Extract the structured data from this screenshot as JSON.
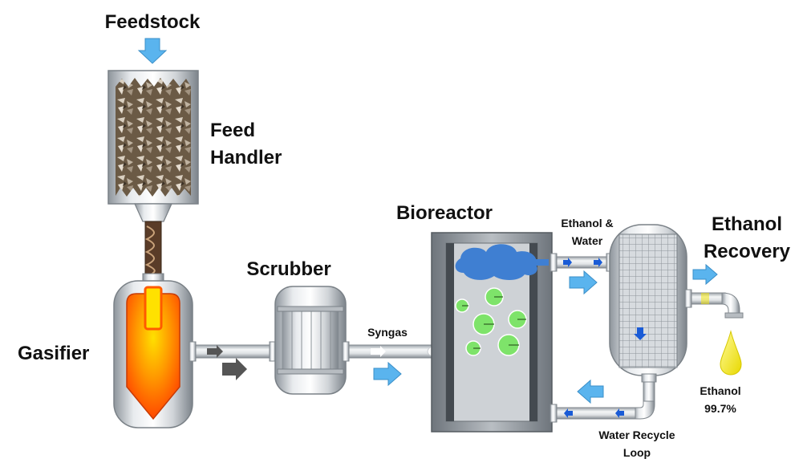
{
  "labels": {
    "feedstock": "Feedstock",
    "feed_handler_line1": "Feed",
    "feed_handler_line2": "Handler",
    "gasifier": "Gasifier",
    "scrubber": "Scrubber",
    "syngas": "Syngas",
    "bioreactor": "Bioreactor",
    "ethanol_water_line1": "Ethanol &",
    "ethanol_water_line2": "Water",
    "ethanol_recovery_line1": "Ethanol",
    "ethanol_recovery_line2": "Recovery",
    "ethanol_product_line1": "Ethanol",
    "ethanol_product_line2": "99.7%",
    "water_recycle_line1": "Water Recycle",
    "water_recycle_line2": "Loop"
  },
  "icons": [
    "flow-arrow-icon",
    "droplet-icon",
    "bubble-icon",
    "cloud-icon"
  ],
  "colors": {
    "flow_arrow": "#5ab4ee",
    "gas_arrow": "#555555",
    "water_arrow": "#1a5bd6",
    "fire_core": "#ff5a00",
    "fire_glow": "#ffd400",
    "bubble": "#7ee36a",
    "cloud": "#3f7fd2",
    "ethanol_drop": "#f5e800",
    "metal": "#c9ced3"
  }
}
